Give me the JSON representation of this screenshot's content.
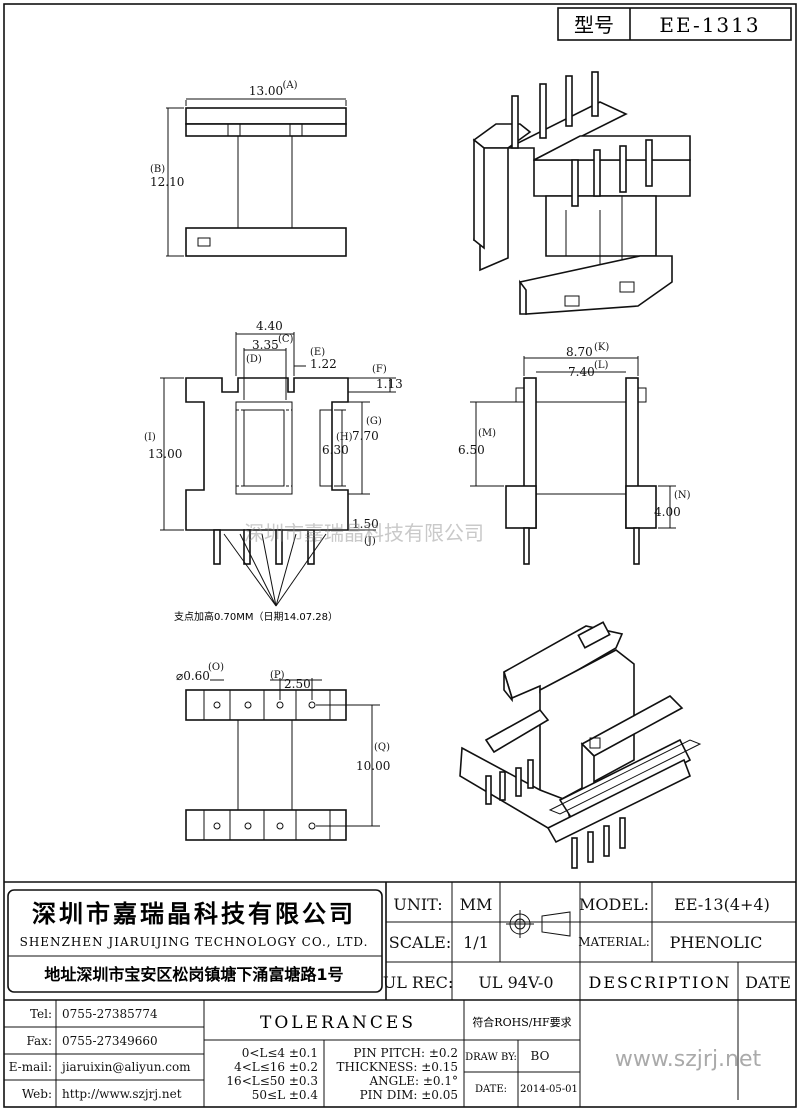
{
  "title_block": {
    "type_label": "型号",
    "type_value": "EE-1313"
  },
  "dims_top": {
    "a": "13.00",
    "a_lbl": "(A)",
    "b": "12.10",
    "b_lbl": "(B)"
  },
  "dims_front": {
    "c": "4.40",
    "c_lbl": "(C)",
    "d": "3.35",
    "d_lbl": "(D)",
    "e": "1.22",
    "e_lbl": "(E)",
    "f": "1.13",
    "f_lbl": "(F)",
    "g": "7.70",
    "g_lbl": "(G)",
    "h": "6.30",
    "h_lbl": "(H)",
    "i": "13.00",
    "i_lbl": "(I)",
    "j": "1.50",
    "j_lbl": "(J)",
    "note": "支点加高0.70MM（日期14.07.28）"
  },
  "dims_side": {
    "k": "8.70",
    "k_lbl": "(K)",
    "l": "7.40",
    "l_lbl": "(L)",
    "m": "6.50",
    "m_lbl": "(M)",
    "n": "4.00",
    "n_lbl": "(N)"
  },
  "dims_bottom": {
    "o": "⌀0.60",
    "o_lbl": "(O)",
    "p": "2.50",
    "p_lbl": "(P)",
    "q": "10.00",
    "q_lbl": "(Q)"
  },
  "watermark": "深圳市嘉瑞晶科技有限公司",
  "company": {
    "name_cn": "深圳市嘉瑞晶科技有限公司",
    "name_en": "SHENZHEN JIARUIJING TECHNOLOGY CO., LTD.",
    "address": "地址深圳市宝安区松岗镇塘下涌富塘路1号"
  },
  "spec": {
    "unit_label": "UNIT:",
    "unit_value": "MM",
    "scale_label": "SCALE:",
    "scale_value": "1/1",
    "ul_label": "UL REC:",
    "ul_value": "UL 94V-0",
    "model_label": "MODEL:",
    "model_value": "EE-13(4+4)",
    "material_label": "MATERIAL:",
    "material_value": "PHENOLIC",
    "description_label": "DESCRIPTION",
    "date_label": "DATE"
  },
  "contacts": [
    {
      "label": "Tel:",
      "value": "0755-27385774"
    },
    {
      "label": "Fax:",
      "value": "0755-27349660"
    },
    {
      "label": "E-mail:",
      "value": "jiaruixin@aliyun.com"
    },
    {
      "label": "Web:",
      "value": "http://www.szjrj.net"
    }
  ],
  "tolerances": {
    "title": "TOLERANCES",
    "rows": [
      "0<L≤4 ±0.1",
      "4<L≤16 ±0.2",
      "16<L≤50 ±0.3",
      "50≤L ±0.4"
    ],
    "pin": [
      "PIN PITCH: ±0.2",
      "THICKNESS: ±0.15",
      "ANGLE: ±0.1°",
      "PIN DIM: ±0.05"
    ]
  },
  "rohs": "符合ROHS/HF要求",
  "draw_by_label": "DRAW BY:",
  "draw_by_value": "BO",
  "date_label2": "DATE:",
  "date_value": "2014-05-01",
  "website": "www.szjrj.net"
}
